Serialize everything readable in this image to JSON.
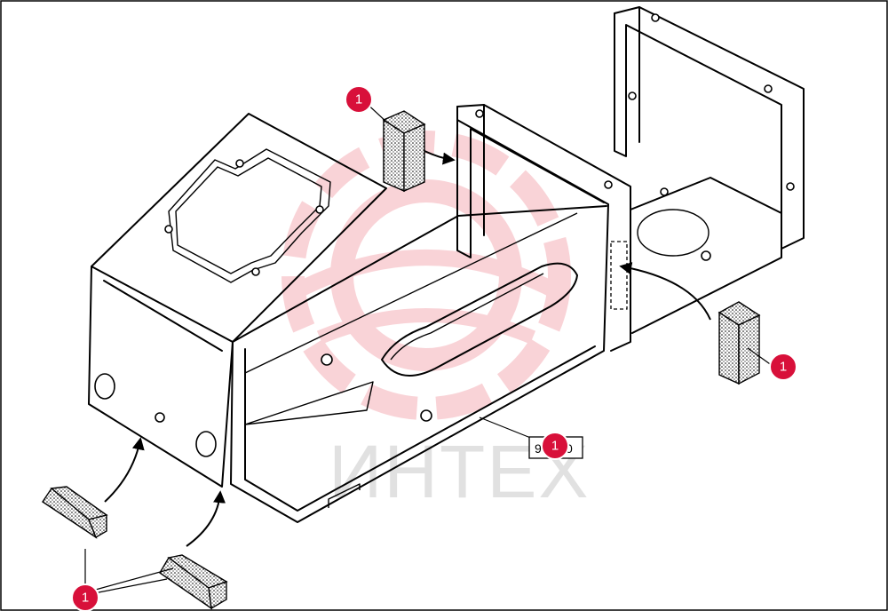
{
  "diagram": {
    "part_reference": "94.140",
    "callout_label": "1",
    "watermark_text": "ИНТЕХ",
    "colors": {
      "line": "#000000",
      "callout": "#d8103a",
      "watermark_logo": "#f2a0a8",
      "watermark_text": "#c9c9c9"
    }
  }
}
